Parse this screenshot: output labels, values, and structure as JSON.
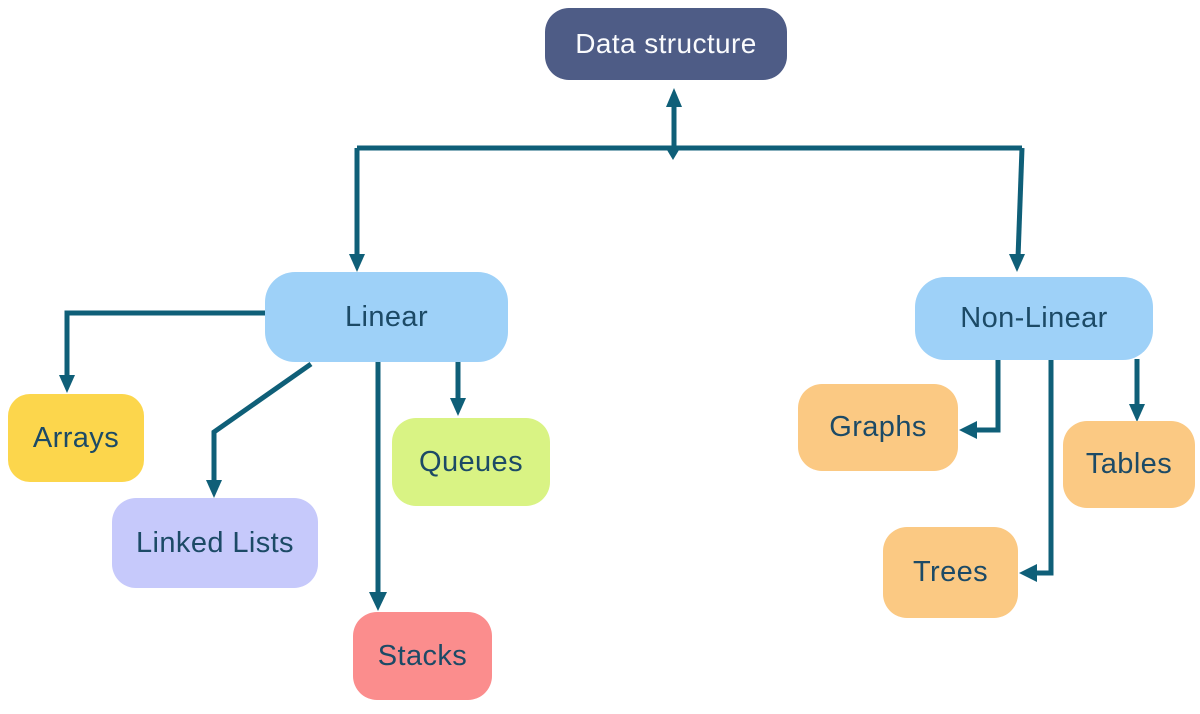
{
  "diagram": {
    "type": "flowchart",
    "title": "Data structure",
    "nodes": {
      "root": {
        "label": "Data structure",
        "fill": "#4e5c86",
        "text_color": "#fafbfd"
      },
      "linear": {
        "label": "Linear",
        "fill": "#9ed1f8"
      },
      "non_linear": {
        "label": "Non-Linear",
        "fill": "#9ed1f8"
      },
      "arrays": {
        "label": "Arrays",
        "fill": "#fcd64c"
      },
      "linked_lists": {
        "label": "Linked Lists",
        "fill": "#c6c9fb"
      },
      "queues": {
        "label": "Queues",
        "fill": "#d9f384"
      },
      "stacks": {
        "label": "Stacks",
        "fill": "#fb8d8d"
      },
      "graphs": {
        "label": "Graphs",
        "fill": "#fbc983"
      },
      "trees": {
        "label": "Trees",
        "fill": "#fbc983"
      },
      "tables": {
        "label": "Tables",
        "fill": "#fbc983"
      }
    },
    "edges": [
      {
        "from": "Data structure",
        "to": "Linear"
      },
      {
        "from": "Data structure",
        "to": "Non-Linear"
      },
      {
        "from": "Linear",
        "to": "Arrays"
      },
      {
        "from": "Linear",
        "to": "Linked Lists"
      },
      {
        "from": "Linear",
        "to": "Queues"
      },
      {
        "from": "Linear",
        "to": "Stacks"
      },
      {
        "from": "Non-Linear",
        "to": "Graphs"
      },
      {
        "from": "Non-Linear",
        "to": "Trees"
      },
      {
        "from": "Non-Linear",
        "to": "Tables"
      }
    ],
    "colors": {
      "connector": "#0f5f78",
      "node_text": "#1c4a66",
      "root_text": "#fafbfd",
      "background": "#ffffff"
    }
  }
}
